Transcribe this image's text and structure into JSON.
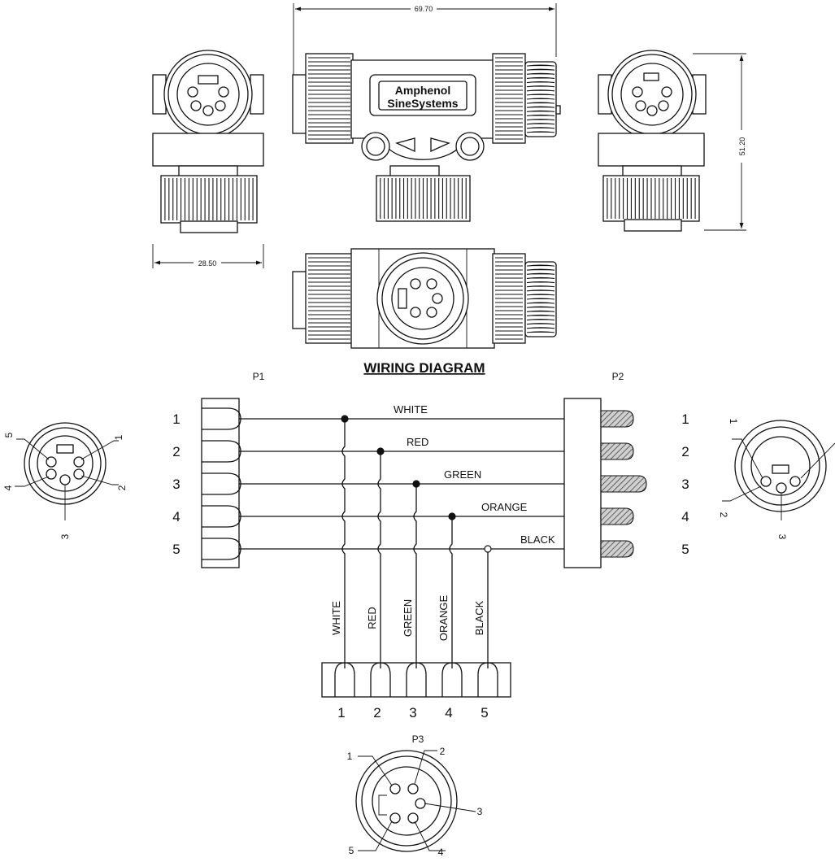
{
  "dimensions": {
    "width": "69.70",
    "height": "51.20",
    "depth": "28.50"
  },
  "brand": {
    "line1": "Amphenol",
    "line2": "SineSystems"
  },
  "diagram_title": "WIRING DIAGRAM",
  "connectors": {
    "p1": "P1",
    "p2": "P2",
    "p3": "P3"
  },
  "pin_numbers": [
    "1",
    "2",
    "3",
    "4",
    "5"
  ],
  "wires": [
    {
      "name": "WHITE",
      "pin": "1"
    },
    {
      "name": "RED",
      "pin": "2"
    },
    {
      "name": "GREEN",
      "pin": "3"
    },
    {
      "name": "ORANGE",
      "pin": "4"
    },
    {
      "name": "BLACK",
      "pin": "5"
    }
  ]
}
